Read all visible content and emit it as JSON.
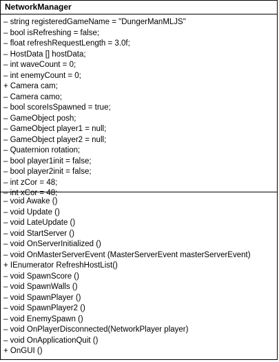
{
  "class": {
    "name": "NetworkManager",
    "attributes": [
      "– string registeredGameName = \"DungerManMLJS\"",
      "– bool isRefreshing = false;",
      "– float refreshRequestLength = 3.0f;",
      "– HostData [] hostData;",
      "– int waveCount = 0;",
      "– int enemyCount = 0;",
      "+ Camera cam;",
      "– Camera camo;",
      "– bool scoreIsSpawned = true;",
      "– GameObject posh;",
      "– GameObject player1 = null;",
      "– GameObject player2 = null;",
      "– Quaternion rotation;",
      "– bool player1init = false;",
      "– bool player2init = false;",
      "– int zCor = 48;",
      "– int xCor = 48;"
    ],
    "operations": [
      "– void Awake ()",
      "– void Update ()",
      "– void LateUpdate ()",
      "– void StartServer ()",
      "– void OnServerInitialized ()",
      "– void OnMasterServerEvent (MasterServerEvent masterServerEvent)",
      "+ IEnumerator RefreshHostList()",
      "– void SpawnScore ()",
      "– void SpawnWalls ()",
      "– void SpawnPlayer ()",
      "– void SpawnPlayer2 ()",
      "– void EnemySpawn ()",
      "– void OnPlayerDisconnected(NetworkPlayer player)",
      "– void OnApplicationQuit ()",
      "+ OnGUI ()"
    ]
  }
}
